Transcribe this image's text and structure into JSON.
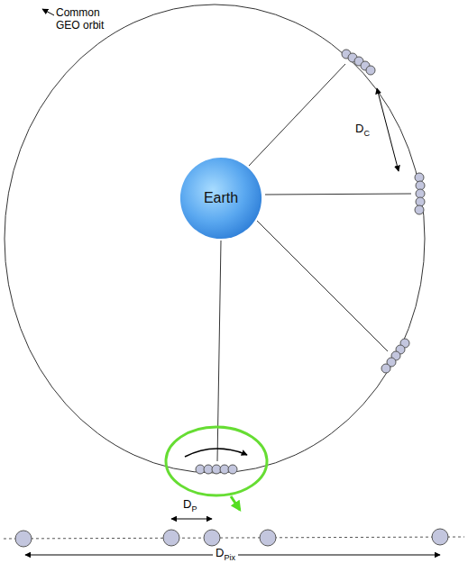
{
  "diagram": {
    "nodes": [
      {
        "text": [
          "Earth"
        ]
      }
    ],
    "labels": [
      "Common GEO orbit",
      "D",
      "C",
      "D",
      "P",
      "D",
      "Pix"
    ]
  }
}
